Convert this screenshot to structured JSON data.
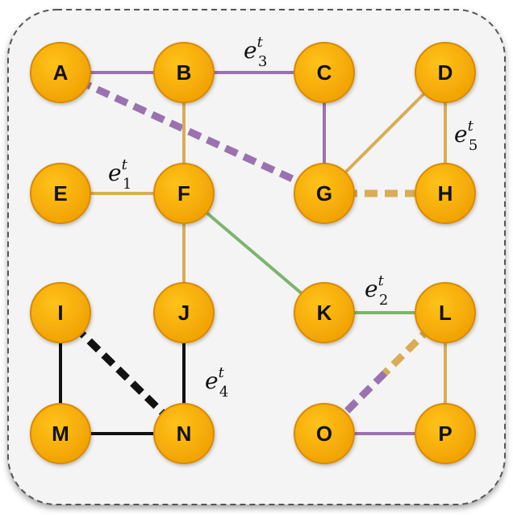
{
  "colors": {
    "node_fill": "#f5a800",
    "node_stroke": "#d98a00",
    "purple": "#9b72b0",
    "gold": "#d9ad55",
    "green": "#7db46c",
    "black": "#111111"
  },
  "nodes": [
    {
      "id": "A",
      "label": "A"
    },
    {
      "id": "B",
      "label": "B"
    },
    {
      "id": "C",
      "label": "C"
    },
    {
      "id": "D",
      "label": "D"
    },
    {
      "id": "E",
      "label": "E"
    },
    {
      "id": "F",
      "label": "F"
    },
    {
      "id": "G",
      "label": "G"
    },
    {
      "id": "H",
      "label": "H"
    },
    {
      "id": "I",
      "label": "I"
    },
    {
      "id": "J",
      "label": "J"
    },
    {
      "id": "K",
      "label": "K"
    },
    {
      "id": "L",
      "label": "L"
    },
    {
      "id": "M",
      "label": "M"
    },
    {
      "id": "N",
      "label": "N"
    },
    {
      "id": "O",
      "label": "O"
    },
    {
      "id": "P",
      "label": "P"
    }
  ],
  "edges": [
    {
      "from": "A",
      "to": "B",
      "color": "purple",
      "style": "solid"
    },
    {
      "from": "B",
      "to": "C",
      "color": "purple",
      "style": "solid"
    },
    {
      "from": "A",
      "to": "G",
      "color": "purple",
      "style": "dashed"
    },
    {
      "from": "C",
      "to": "G",
      "color": "purple",
      "style": "solid"
    },
    {
      "from": "D",
      "to": "G",
      "color": "gold",
      "style": "solid"
    },
    {
      "from": "D",
      "to": "H",
      "color": "gold",
      "style": "solid"
    },
    {
      "from": "G",
      "to": "H",
      "color": "gold",
      "style": "dashed"
    },
    {
      "from": "B",
      "to": "F",
      "color": "gold",
      "style": "solid"
    },
    {
      "from": "E",
      "to": "F",
      "color": "gold",
      "style": "solid"
    },
    {
      "from": "F",
      "to": "J",
      "color": "gold",
      "style": "solid"
    },
    {
      "from": "F",
      "to": "K",
      "color": "green",
      "style": "solid"
    },
    {
      "from": "K",
      "to": "L",
      "color": "green",
      "style": "solid"
    },
    {
      "from": "L",
      "to": "P",
      "color": "gold",
      "style": "solid"
    },
    {
      "from": "O",
      "to": "P",
      "color": "purple",
      "style": "solid"
    },
    {
      "from": "L",
      "to": "O",
      "color": "gold_purple",
      "style": "dashed"
    },
    {
      "from": "I",
      "to": "M",
      "color": "black",
      "style": "solid"
    },
    {
      "from": "M",
      "to": "N",
      "color": "black",
      "style": "solid"
    },
    {
      "from": "J",
      "to": "N",
      "color": "black",
      "style": "solid"
    },
    {
      "from": "I",
      "to": "N",
      "color": "black",
      "style": "dashed"
    }
  ],
  "edge_labels": [
    {
      "id": "e1",
      "base": "e",
      "sup": "t",
      "sub": "1"
    },
    {
      "id": "e2",
      "base": "e",
      "sup": "t",
      "sub": "2"
    },
    {
      "id": "e3",
      "base": "e",
      "sup": "t",
      "sub": "3"
    },
    {
      "id": "e4",
      "base": "e",
      "sup": "t",
      "sub": "4"
    },
    {
      "id": "e5",
      "base": "e",
      "sup": "t",
      "sub": "5"
    }
  ]
}
